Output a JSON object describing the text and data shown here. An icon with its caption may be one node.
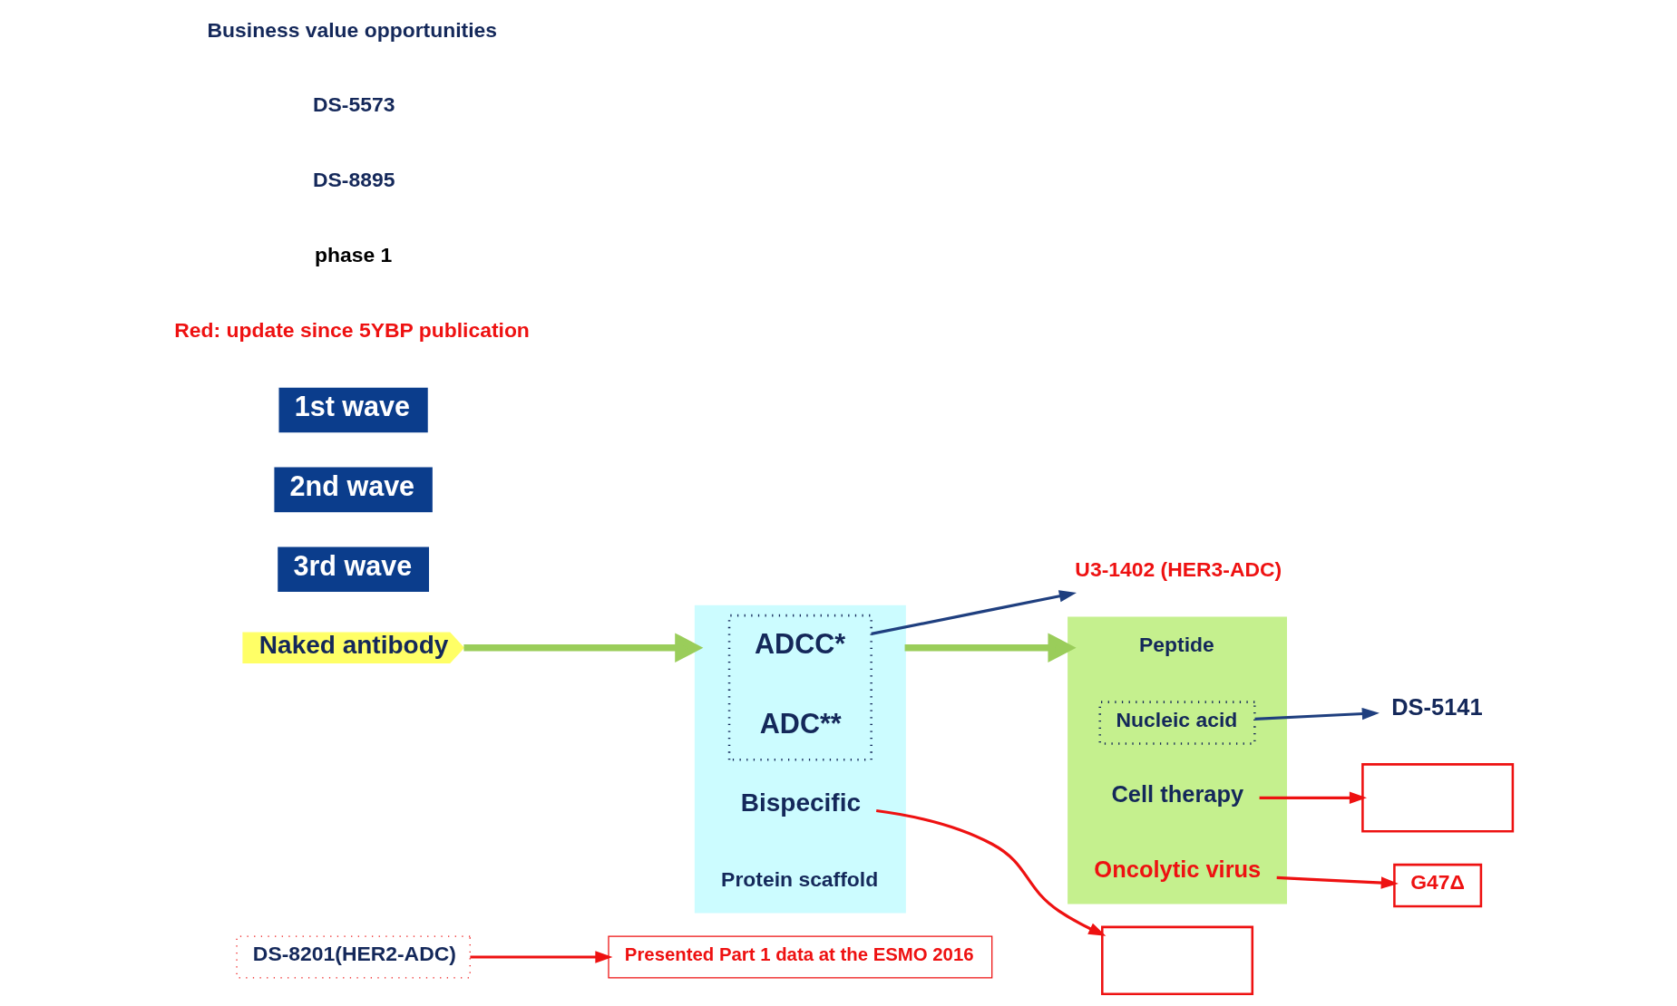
{
  "diagram": {
    "nodes": [
      {
        "text": [
          "Presented Part 1 data at the ESMO 2016"
        ]
      },
      {
        "text": [
          "DS-8201(HER2-ADC)"
        ]
      },
      {
        "text": [
          "DS-5141"
        ]
      },
      {
        "text": [
          "U3-1402 (HER3-ADC)"
        ]
      },
      {
        "text": [
          "3rd wave"
        ]
      },
      {
        "text": [],
        "shape": "pentagon"
      },
      {
        "text": [
          "Peptide"
        ],
        "in": 5
      },
      {
        "text": [
          "Nucleic acid"
        ],
        "in": 5
      },
      {
        "text": [
          "Cell therapy"
        ],
        "in": 5
      },
      {
        "text": [
          "Oncolytic virus"
        ],
        "in": 5
      },
      {
        "text": [
          "2nd wave"
        ]
      },
      {
        "text": [],
        "shape": "pentagon"
      },
      {
        "text": [],
        "shape": "box",
        "in": 11
      },
      {
        "text": [
          "ADCC*"
        ],
        "in": 12
      },
      {
        "text": [
          "ADC**"
        ],
        "in": 12
      },
      {
        "text": [
          "Bispecific"
        ],
        "in": 11
      },
      {
        "text": [
          "Protein scaffold"
        ],
        "in": 11
      },
      {
        "text": [
          "1st wave"
        ]
      },
      {
        "text": [
          "Naked antibody"
        ]
      },
      {
        "text": [],
        "shape": "box"
      },
      {
        "text": [],
        "shape": "box"
      },
      {
        "text": [
          "G47Δ"
        ]
      }
    ],
    "edges": [
      {
        "from": 1,
        "to": 0,
        "arrow": "to"
      },
      {
        "from": 7,
        "to": 2,
        "arrow": "to",
        "color": "#1f3f7f"
      },
      {
        "from": 12,
        "to": 3,
        "arrow": "to",
        "color": "#1f3f7f"
      },
      {
        "from": 18,
        "to": 11,
        "arrow": "to",
        "style": "thick",
        "color": "#9acd5a"
      },
      {
        "from": 11,
        "to": 5,
        "arrow": "to",
        "style": "thick",
        "color": "#9acd5a"
      },
      {
        "from": 15,
        "to": 19,
        "arrow": "to"
      },
      {
        "from": 8,
        "to": 20,
        "arrow": "to"
      },
      {
        "from": 9,
        "to": 21,
        "arrow": "to"
      }
    ],
    "labels": [
      "Red: update since 5YBP publication",
      "phase 1",
      "DS-8895",
      "DS-5573",
      "Business value opportunities"
    ]
  }
}
